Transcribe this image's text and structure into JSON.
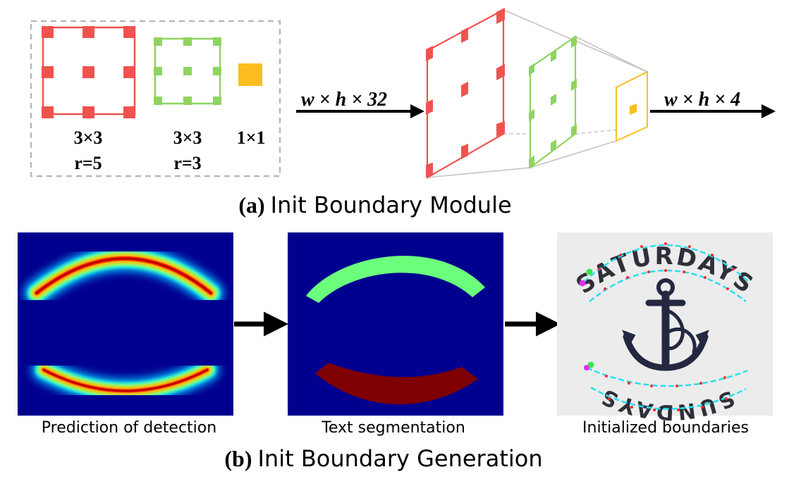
{
  "panel_a": {
    "kernels": [
      {
        "size": "3×3",
        "rate": "r=5"
      },
      {
        "size": "3×3",
        "rate": "r=3"
      },
      {
        "size": "1×1",
        "rate": ""
      }
    ],
    "input_label": "w × h × 32",
    "output_label": "w × h × 4",
    "caption_prefix": "(a)",
    "caption_text": "Init Boundary Module"
  },
  "panel_b": {
    "images": [
      {
        "label": "Prediction of  detection"
      },
      {
        "label": "Text segmentation"
      },
      {
        "label": "Initialized boundaries",
        "top_text": "SATURDAYS",
        "bottom_text": "SUNDAYS"
      }
    ],
    "caption_prefix": "(b)",
    "caption_text": "Init Boundary Generation"
  },
  "colors": {
    "red": "#ef5350",
    "green": "#8fd45f",
    "yellow": "#fbbe1e",
    "heatmap_bg": "#00008f",
    "seg_green": "#6cff7c",
    "seg_dark_red": "#7f0000",
    "boundary_cyan": "#27e0f0"
  }
}
